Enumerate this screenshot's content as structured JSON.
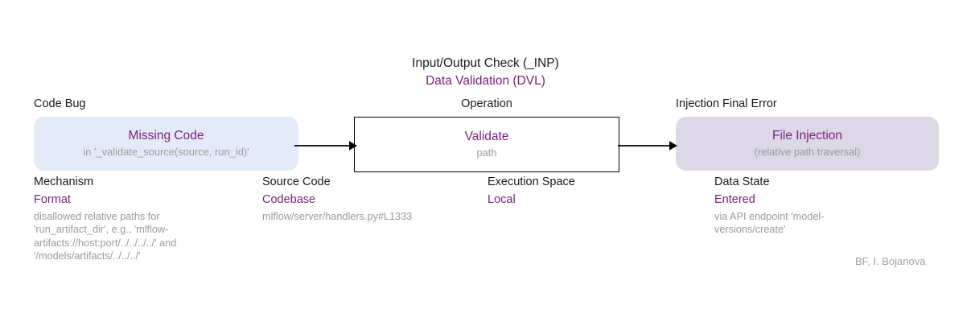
{
  "meta": {
    "credit": "BF, I. Bojanova",
    "colors": {
      "purple": "#7b1d7b",
      "grey_text": "#9a9a9a",
      "bug_fill": "#e4ebf8",
      "error_fill": "#dcd8e8",
      "stroke": "#000000",
      "background": "#ffffff"
    }
  },
  "header": {
    "check_type": "Input/Output Check (_INP)",
    "check_class": "Data Validation (DVL)"
  },
  "nodes": {
    "bug": {
      "caption": "Code Bug",
      "title": "Missing Code",
      "subtitle": "in '_validate_source(source, run_id)'"
    },
    "operation": {
      "caption": "Operation",
      "title": "Validate",
      "subtitle": "path"
    },
    "error": {
      "caption": "Injection Final Error",
      "title": "File Injection",
      "subtitle": "(relative path traversal)"
    }
  },
  "attributes": [
    {
      "name": "Mechanism",
      "value": "Format",
      "note": "disallowed relative paths for\n'run_artifact_dir', e.g., 'mlflow-\nartifacts://host:port/../../../../' and\n'/models/artifacts/../../../'"
    },
    {
      "name": "Source Code",
      "value": "Codebase",
      "note": "mlflow/server/handlers.py#L1333"
    },
    {
      "name": "Execution Space",
      "value": "Local",
      "note": ""
    },
    {
      "name": "Data State",
      "value": "Entered",
      "note": "via API endpoint 'model-\nversions/create'"
    }
  ]
}
